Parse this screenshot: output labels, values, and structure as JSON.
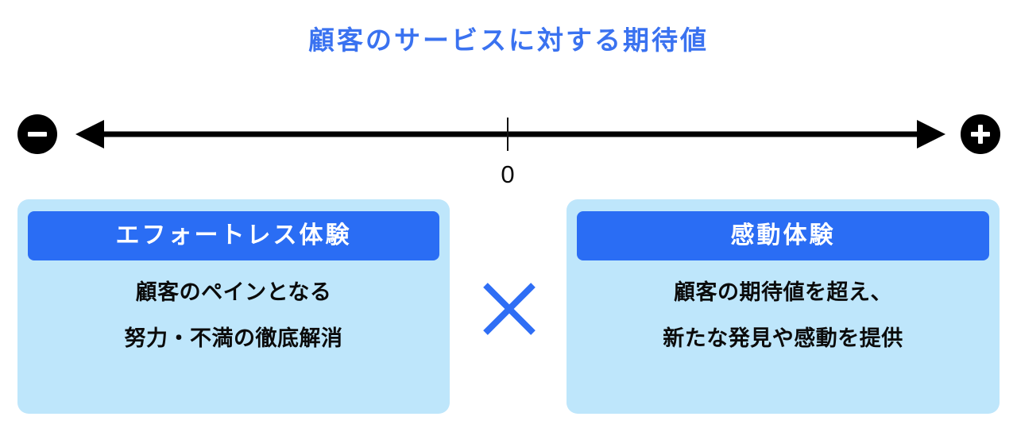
{
  "title": "顧客のサービスに対する期待値",
  "scale": {
    "zero_label": "0",
    "negative_icon": "minus-circle-icon",
    "positive_icon": "plus-circle-icon",
    "left_arrow_icon": "arrow-left-icon",
    "right_arrow_icon": "arrow-right-icon",
    "tick_icon": "zero-tick-mark"
  },
  "separator": {
    "icon": "cross-multiply-icon"
  },
  "cards": [
    {
      "header": "エフォートレス体験",
      "lines": [
        "顧客のペインとなる",
        "努力・不満の徹底解消"
      ]
    },
    {
      "header": "感動体験",
      "lines": [
        "顧客の期待値を超え、",
        "新たな発見や感動を提供"
      ]
    }
  ],
  "colors": {
    "title_blue": "#3a72f0",
    "header_blue": "#2a6df4",
    "card_light_blue": "#bee6fb",
    "axis_black": "#000000",
    "cross_blue": "#2f6ef5",
    "text_black": "#0b0b0b",
    "header_text": "#ffffff",
    "background": "#ffffff"
  }
}
